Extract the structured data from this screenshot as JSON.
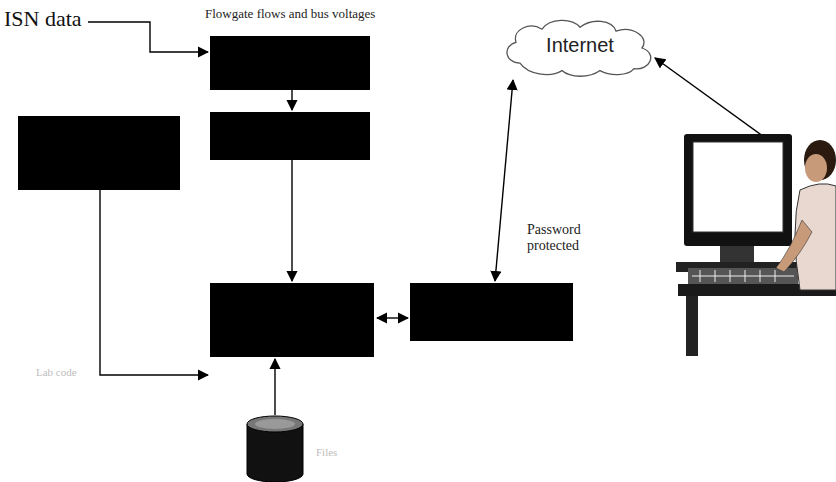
{
  "diagram": {
    "nodes": [
      {
        "text": [
          "Internet"
        ]
      }
    ],
    "labels": [
      "ISN data",
      "Flowgate flows and bus voltages",
      "Password protected",
      "Lab code",
      "Files"
    ]
  }
}
